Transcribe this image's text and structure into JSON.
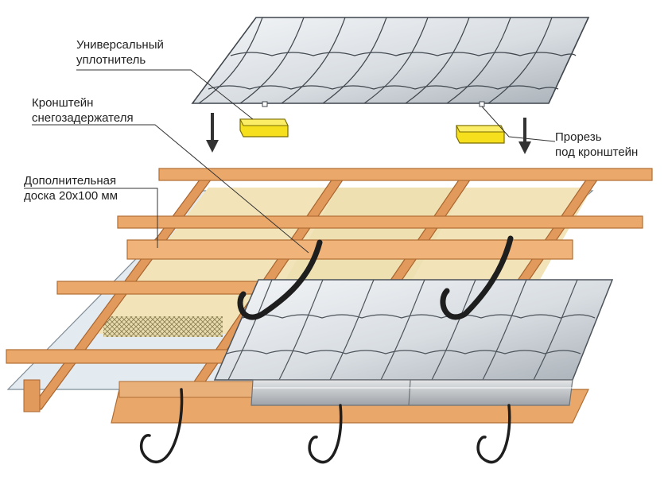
{
  "labels": {
    "sealant": {
      "line1": "Универсальный",
      "line2": "уплотнитель"
    },
    "bracket": {
      "line1": "Кронштейн",
      "line2": "снегозадержателя"
    },
    "board": {
      "line1": "Дополнительная",
      "line2": "доска 20х100 мм"
    },
    "slot": {
      "line1": "Прорезь",
      "line2": "под кронштейн"
    }
  },
  "colors": {
    "wood": "#e9a86a",
    "wood_edge": "#b8743c",
    "insulation": "#f0e2b4",
    "sheet_light": "#e6e9ec",
    "sheet_mid": "#c3c9cf",
    "sheet_dark": "#545b62",
    "sealant": "#f6e01e",
    "bracket": "#222222",
    "snow_guard": "#c4c7ca",
    "membrane": "#dfe8ee"
  }
}
